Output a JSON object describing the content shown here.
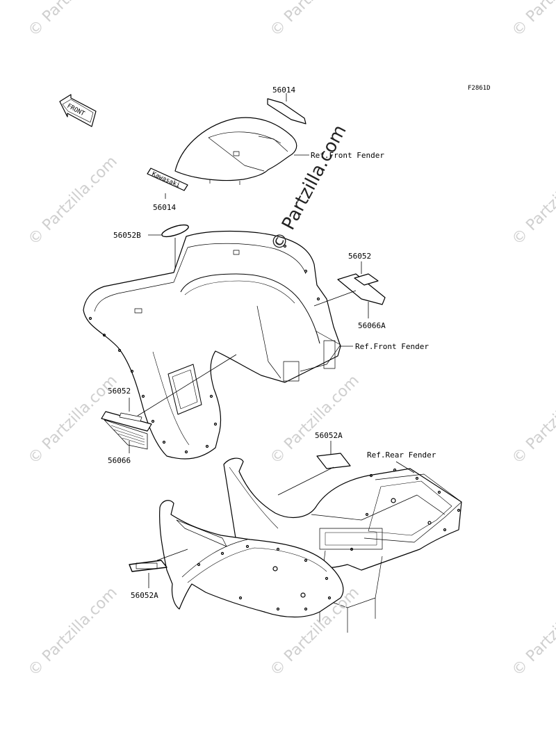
{
  "figure_code": "F2861D",
  "front_arrow_text": "FRONT",
  "decal_text": "Kawasaki",
  "watermark": "© Partzilla.com",
  "parts": {
    "p56014_top": "56014",
    "p56014_mid": "56014",
    "p56052B": "56052B",
    "p56052_right": "56052",
    "p56066A": "56066A",
    "p56052_left": "56052",
    "p56066": "56066",
    "p56052A_top": "56052A",
    "p56052A_bottom": "56052A"
  },
  "refs": {
    "front_fender_top": "Ref.Front Fender",
    "front_fender_mid": "Ref.Front Fender",
    "rear_fender": "Ref.Rear Fender"
  }
}
